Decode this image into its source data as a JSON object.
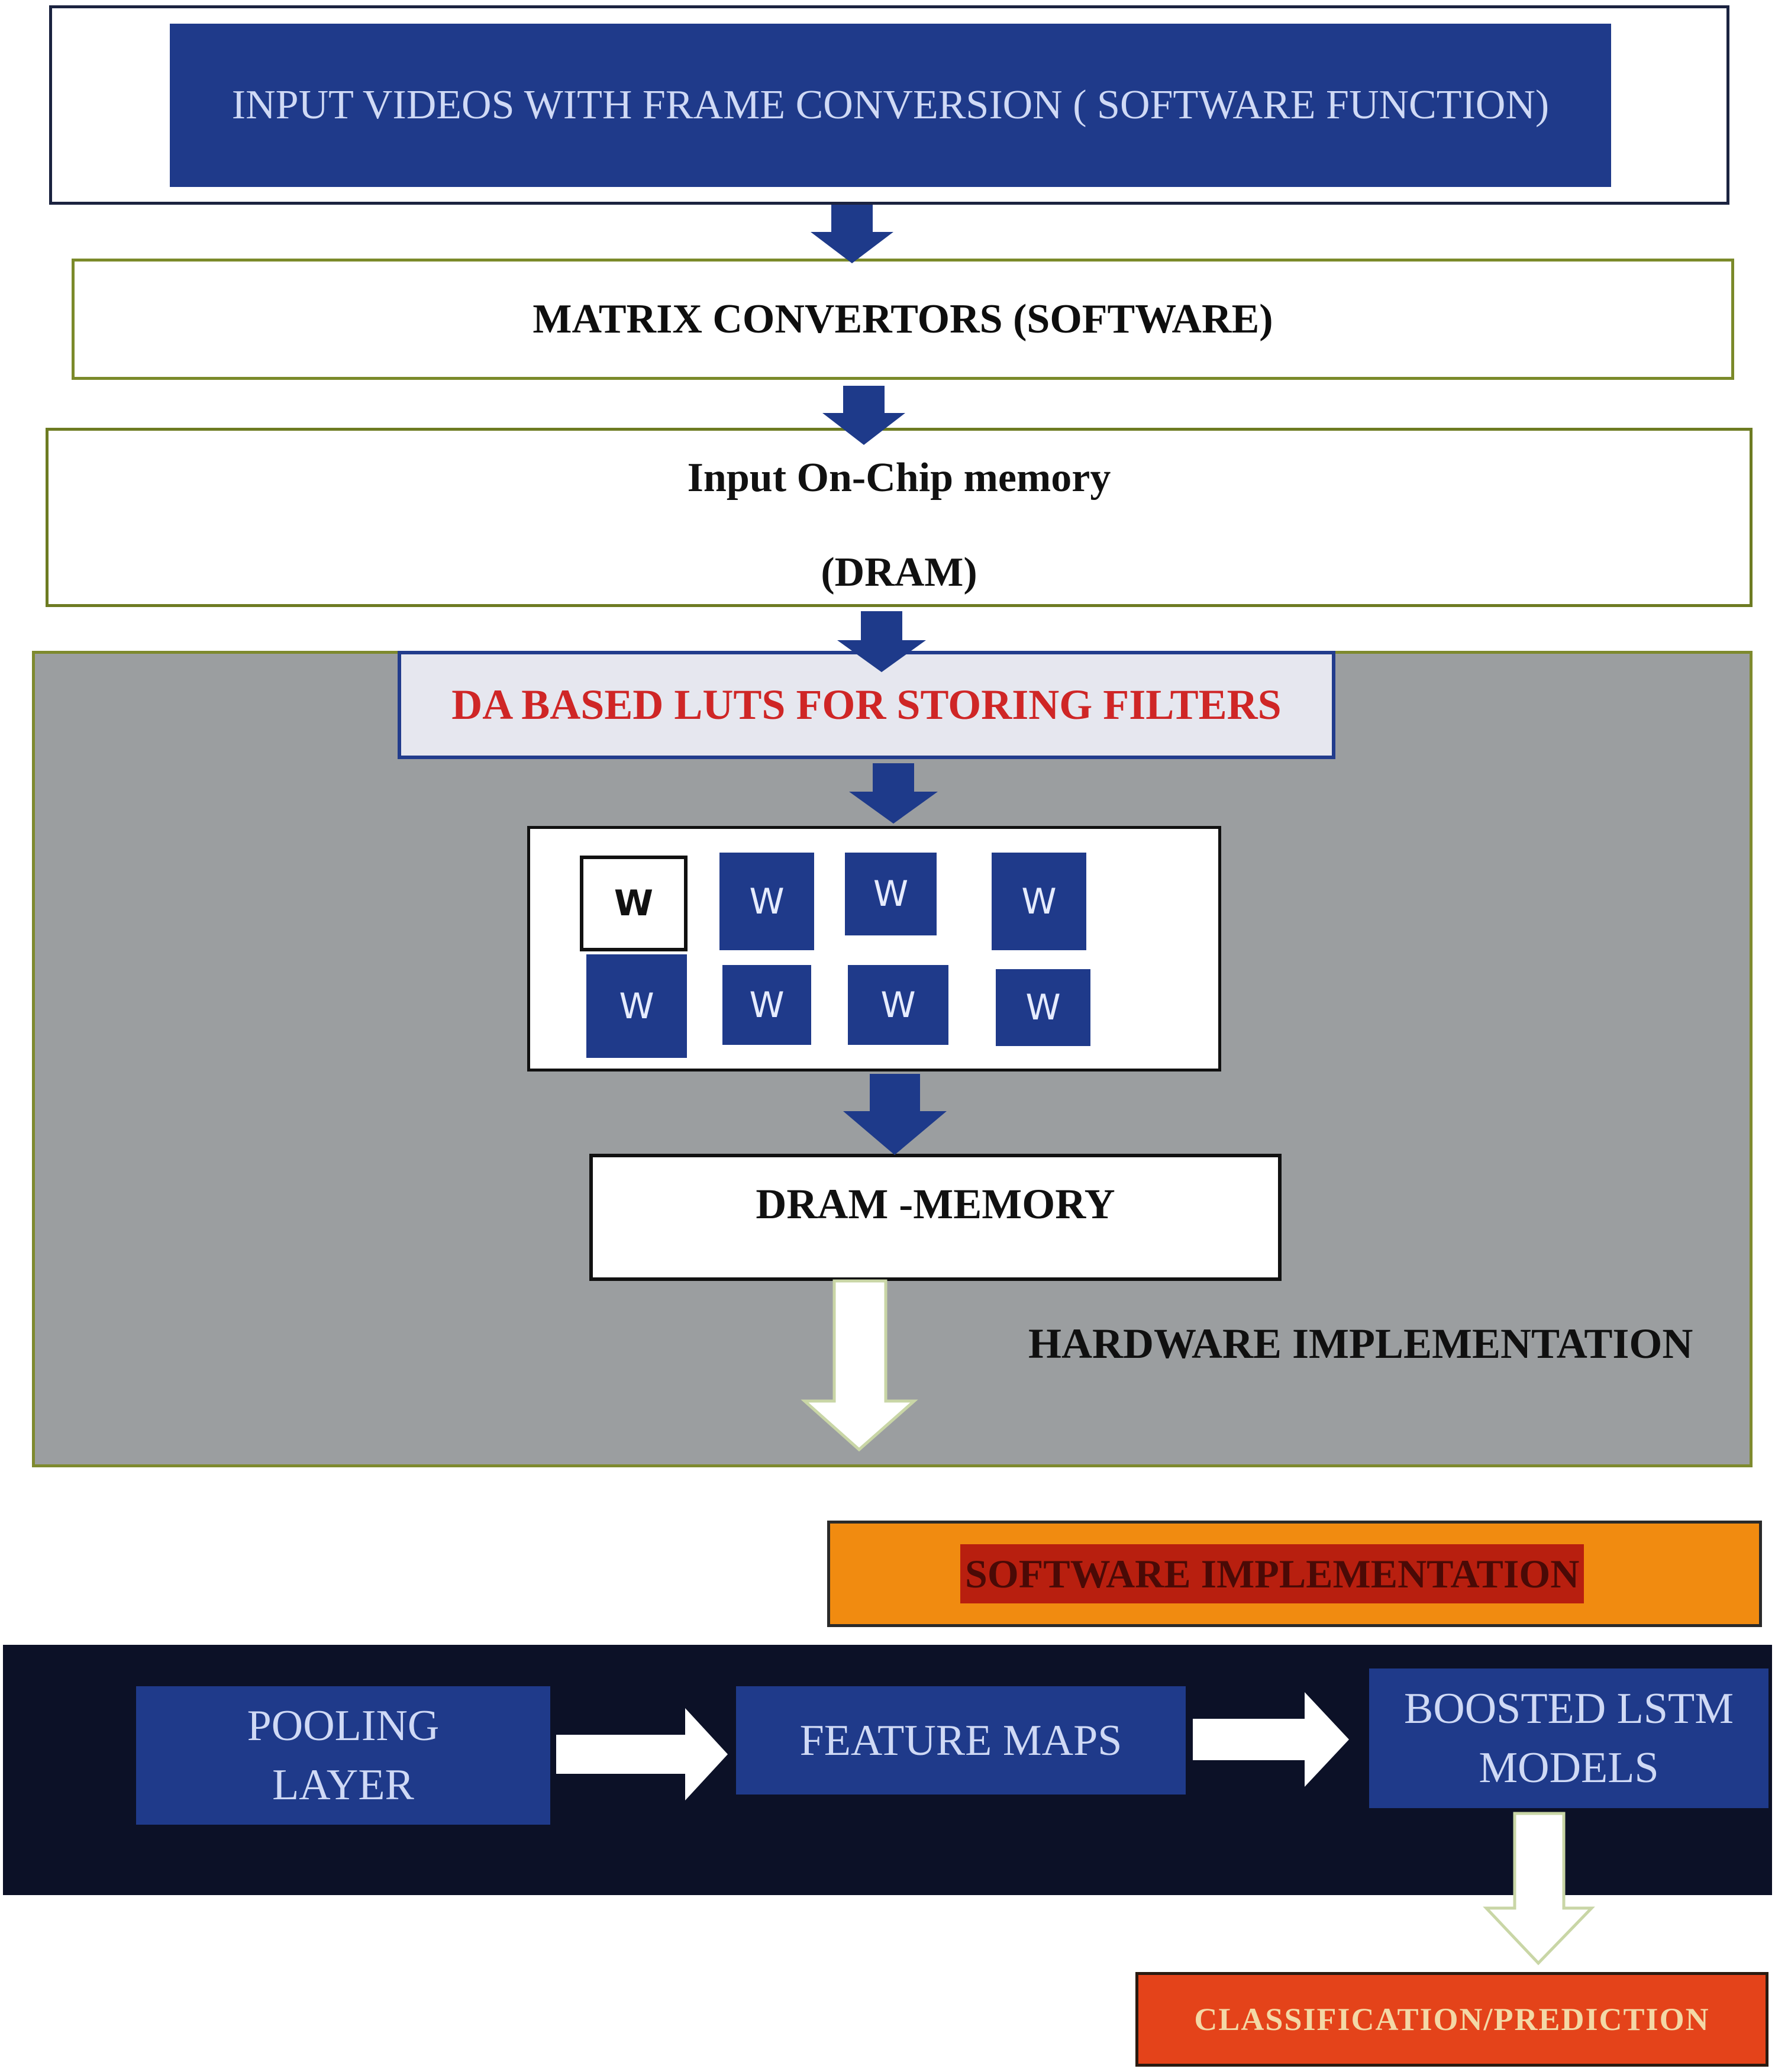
{
  "boxes": {
    "input_videos": "INPUT VIDEOS WITH FRAME CONVERSION ( SOFTWARE FUNCTION)",
    "matrix_convertors": "MATRIX CONVERTORS (SOFTWARE)",
    "onchip_line1": "Input On-Chip memory",
    "onchip_line2": "(DRAM)",
    "da_luts": "DA BASED LUTS FOR STORING FILTERS",
    "dram_memory": "DRAM -MEMORY",
    "hardware_label": "HARDWARE IMPLEMENTATION",
    "software_impl": "SOFTWARE IMPLEMENTATION",
    "pooling": "POOLING LAYER",
    "feature_maps": "FEATURE MAPS",
    "lstm": "BOOSTED LSTM MODELS",
    "classification": "CLASSIFICATION/PREDICTION"
  },
  "weights": [
    "W",
    "W",
    "W",
    "W",
    "W",
    "W",
    "W",
    "W"
  ],
  "colors": {
    "navy_box": "#1f3a8a",
    "arrow_fill": "#1e3a8a",
    "hardware_panel": "#9b9ea0",
    "software_band": "#0c1127",
    "orange": "#f18b10",
    "red_orange": "#e4431a",
    "luts_text": "#cf2626"
  }
}
